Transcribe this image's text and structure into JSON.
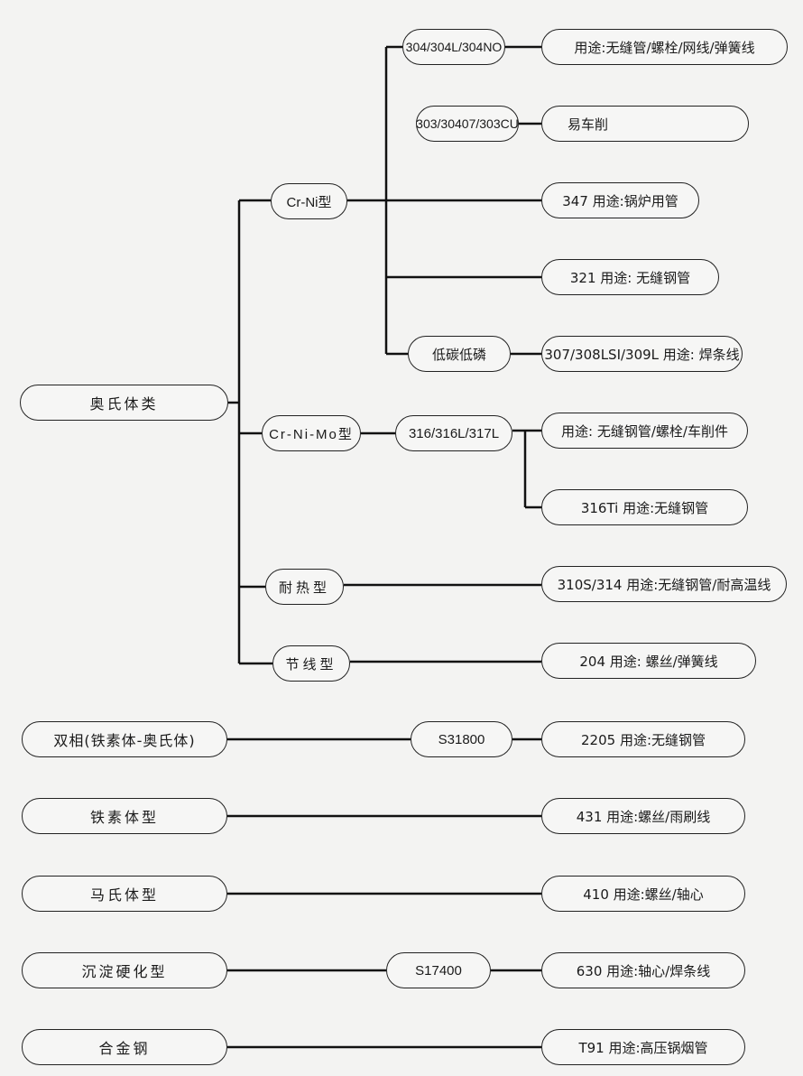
{
  "austenitic": {
    "root": "奥氏体类",
    "crni": {
      "label": "Cr-Ni型",
      "items": [
        {
          "grade": "304/304L/304NO",
          "use": "用途:无缝管/螺栓/网线/弹簧线"
        },
        {
          "grade": "303/30407/303CU",
          "use": "易车削"
        },
        {
          "use": "347 用途:锅炉用管"
        },
        {
          "use": "321 用途: 无缝钢管"
        },
        {
          "grade": "低碳低磷",
          "use": "307/308LSI/309L 用途: 焊条线"
        }
      ]
    },
    "crnimo": {
      "label": "Cr-Ni-Mo型",
      "grade": "316/316L/317L",
      "uses": [
        "用途: 无缝钢管/螺栓/车削件",
        "316Ti 用途:无缝钢管"
      ]
    },
    "heat": {
      "label": "耐热型",
      "use": "310S/314 用途:无缝钢管/耐高温线"
    },
    "saving": {
      "label": "节线型",
      "use": "204 用途: 螺丝/弹簧线"
    }
  },
  "rows": [
    {
      "label": "双相(铁素体-奥氏体)",
      "grade": "S31800",
      "use": "2205 用途:无缝钢管"
    },
    {
      "label": "铁素体型",
      "use": "431 用途:螺丝/雨刷线"
    },
    {
      "label": "马氏体型",
      "use": "410 用途:螺丝/轴心"
    },
    {
      "label": "沉淀硬化型",
      "grade": "S17400",
      "use": "630 用途:轴心/焊条线"
    },
    {
      "label": "合金钢",
      "use": "T91 用途:高压锅烟管"
    }
  ]
}
